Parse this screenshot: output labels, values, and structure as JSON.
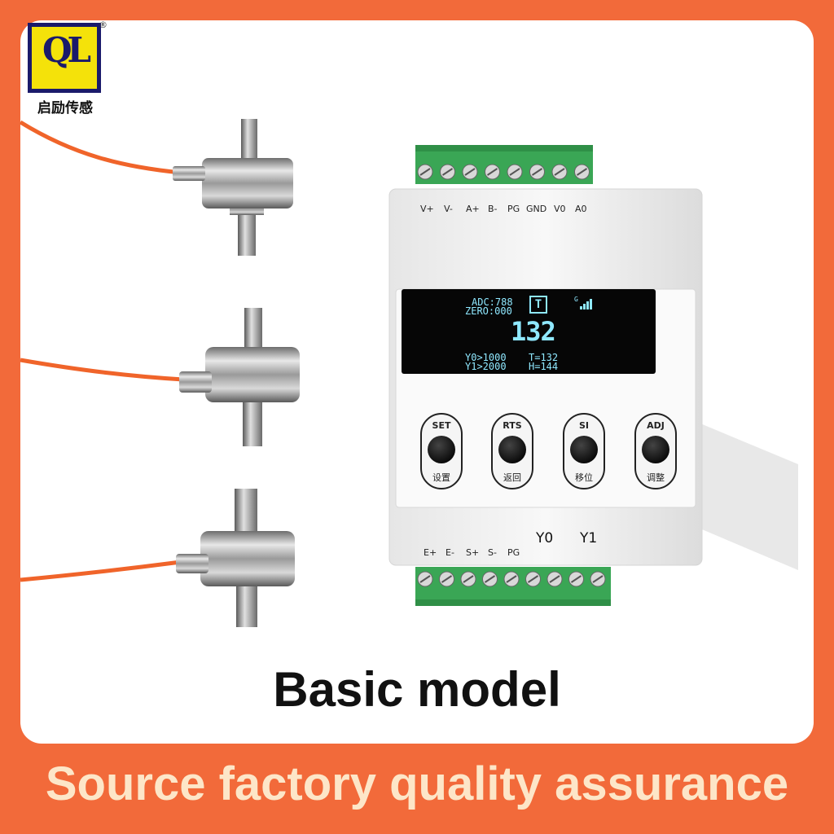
{
  "brand": {
    "logo_text": "QL",
    "registered": "®",
    "name": "启励传感"
  },
  "device": {
    "top_terminals": [
      "V+",
      "V-",
      "A+",
      "B-",
      "PG",
      "GND",
      "V0",
      "A0"
    ],
    "bottom_terminals": [
      "E+",
      "E-",
      "S+",
      "S-",
      "PG"
    ],
    "relay_labels": [
      "Y0",
      "Y1"
    ],
    "screen": {
      "adc": "ADC:788",
      "zero": "ZERO:000",
      "mode": "T",
      "signal": "G",
      "value": "132",
      "y0": "Y0>1000",
      "y1": "Y1>2000",
      "t": "T=132",
      "h": "H=144"
    },
    "buttons": [
      {
        "top": "SET",
        "bottom": "设置"
      },
      {
        "top": "RTS",
        "bottom": "返回"
      },
      {
        "top": "SI",
        "bottom": "移位"
      },
      {
        "top": "ADJ",
        "bottom": "调整"
      }
    ],
    "colors": {
      "terminal": "#3aa655",
      "housing": "#f2f2f2",
      "cable": "#f0642a"
    }
  },
  "caption": "Basic model",
  "slogan": "Source factory quality assurance"
}
